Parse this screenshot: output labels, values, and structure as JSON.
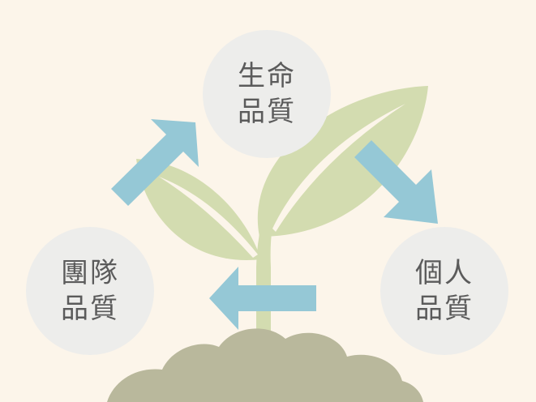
{
  "nodes": {
    "top": {
      "line1": "生命",
      "line2": "品質"
    },
    "left": {
      "line1": "團隊",
      "line2": "品質"
    },
    "right": {
      "line1": "個人",
      "line2": "品質"
    }
  },
  "colors": {
    "background": "#fcf5ea",
    "node_fill": "#ededeb",
    "node_text": "#5b5b5b",
    "arrow": "#95c8d6",
    "leaf": "#d3dcb0",
    "leaf_vein": "#fcf5ea",
    "soil": "#b9b89c"
  },
  "icons": [
    "up-right-arrow-icon",
    "down-right-arrow-icon",
    "left-arrow-icon",
    "sprout-icon",
    "soil-icon"
  ]
}
